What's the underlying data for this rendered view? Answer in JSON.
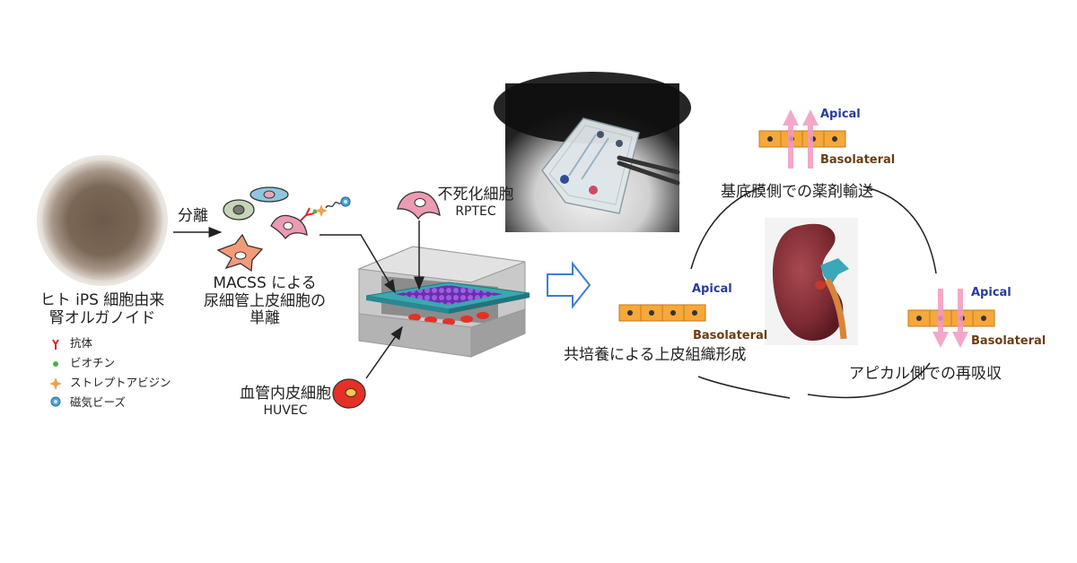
{
  "organoid": {
    "line1": "ヒト iPS 細胞由来",
    "line2": "腎オルガノイド"
  },
  "legend": [
    {
      "symbol": "Y",
      "label": "抗体",
      "color": "#d9262b"
    },
    {
      "symbol": "●",
      "label": "ビオチン",
      "color": "#48b34a"
    },
    {
      "symbol": "✦",
      "label": "ストレプトアビジン",
      "color": "#f0a050"
    },
    {
      "symbol": "◉",
      "label": "磁気ビーズ",
      "color": "#4aa6dc"
    }
  ],
  "separation": "分離",
  "macss": {
    "line1": "MACSS による",
    "line2": "尿細管上皮細胞の",
    "line3": "単離"
  },
  "rptec": {
    "line1": "不死化細胞",
    "line2": "RPTEC"
  },
  "huvec": {
    "line1": "血管内皮細胞",
    "line2": "HUVEC"
  },
  "outcomes": {
    "top": "基底膜側での薬剤輸送",
    "left": "共培養による上皮組織形成",
    "right": "アピカル側での再吸収"
  },
  "apical": "Apical",
  "basolateral": "Basolateral",
  "colors": {
    "cell_fill": "#f6a83a",
    "nucleus": "#333333",
    "arrow_pink": "#f29ac0",
    "apical_text": "#2a3c9c",
    "basolateral_text": "#6b3d12",
    "red_cell": "#e53025",
    "chip_teal": "#3aa8b0",
    "chip_purple": "#7a3bb8",
    "device_gray": "#c8c8c8",
    "outline_arrow": "#3a7fd0"
  }
}
